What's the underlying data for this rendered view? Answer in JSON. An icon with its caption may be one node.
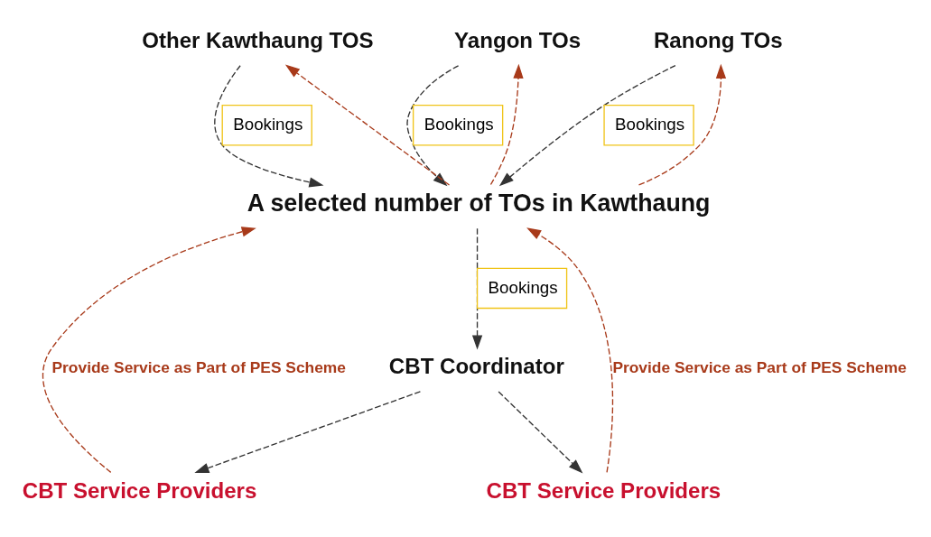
{
  "diagram": {
    "nodes": [
      {
        "text": [
          "Other Kawthaung TOS"
        ]
      },
      {
        "text": [
          "Yangon TOs"
        ]
      },
      {
        "text": [
          "Ranong TOs"
        ]
      },
      {
        "text": [
          "A selected number of TOs in Kawthaung"
        ]
      },
      {
        "text": [
          "CBT Coordinator"
        ]
      },
      {
        "text": [
          "CBT Service Providers"
        ]
      },
      {
        "text": [
          "CBT Service Providers"
        ]
      }
    ],
    "edges": [
      {
        "from": 0,
        "to": 3,
        "arrow": "to",
        "label": "Bookings",
        "style": "dashed"
      },
      {
        "from": 1,
        "to": 3,
        "arrow": "to",
        "label": "Bookings",
        "style": "dashed"
      },
      {
        "from": 2,
        "to": 3,
        "arrow": "to",
        "label": "Bookings",
        "style": "dashed"
      },
      {
        "from": 3,
        "to": 0,
        "arrow": "to",
        "style": "dashed",
        "color": "#a83a1a"
      },
      {
        "from": 3,
        "to": 1,
        "arrow": "to",
        "style": "dashed",
        "color": "#a83a1a"
      },
      {
        "from": 3,
        "to": 2,
        "arrow": "to",
        "style": "dashed",
        "color": "#a83a1a"
      },
      {
        "from": 3,
        "to": 4,
        "arrow": "to",
        "label": "Bookings",
        "style": "dashed"
      },
      {
        "from": 4,
        "to": 5,
        "arrow": "to",
        "style": "dashed"
      },
      {
        "from": 4,
        "to": 6,
        "arrow": "to",
        "style": "dashed"
      },
      {
        "from": 5,
        "to": 3,
        "arrow": "to",
        "label": "Provide Service as Part of PES Scheme",
        "style": "dashed",
        "color": "#a83a1a"
      },
      {
        "from": 6,
        "to": 3,
        "arrow": "to",
        "label": "Provide Service as Part of PES Scheme",
        "style": "dashed",
        "color": "#a83a1a"
      }
    ]
  }
}
